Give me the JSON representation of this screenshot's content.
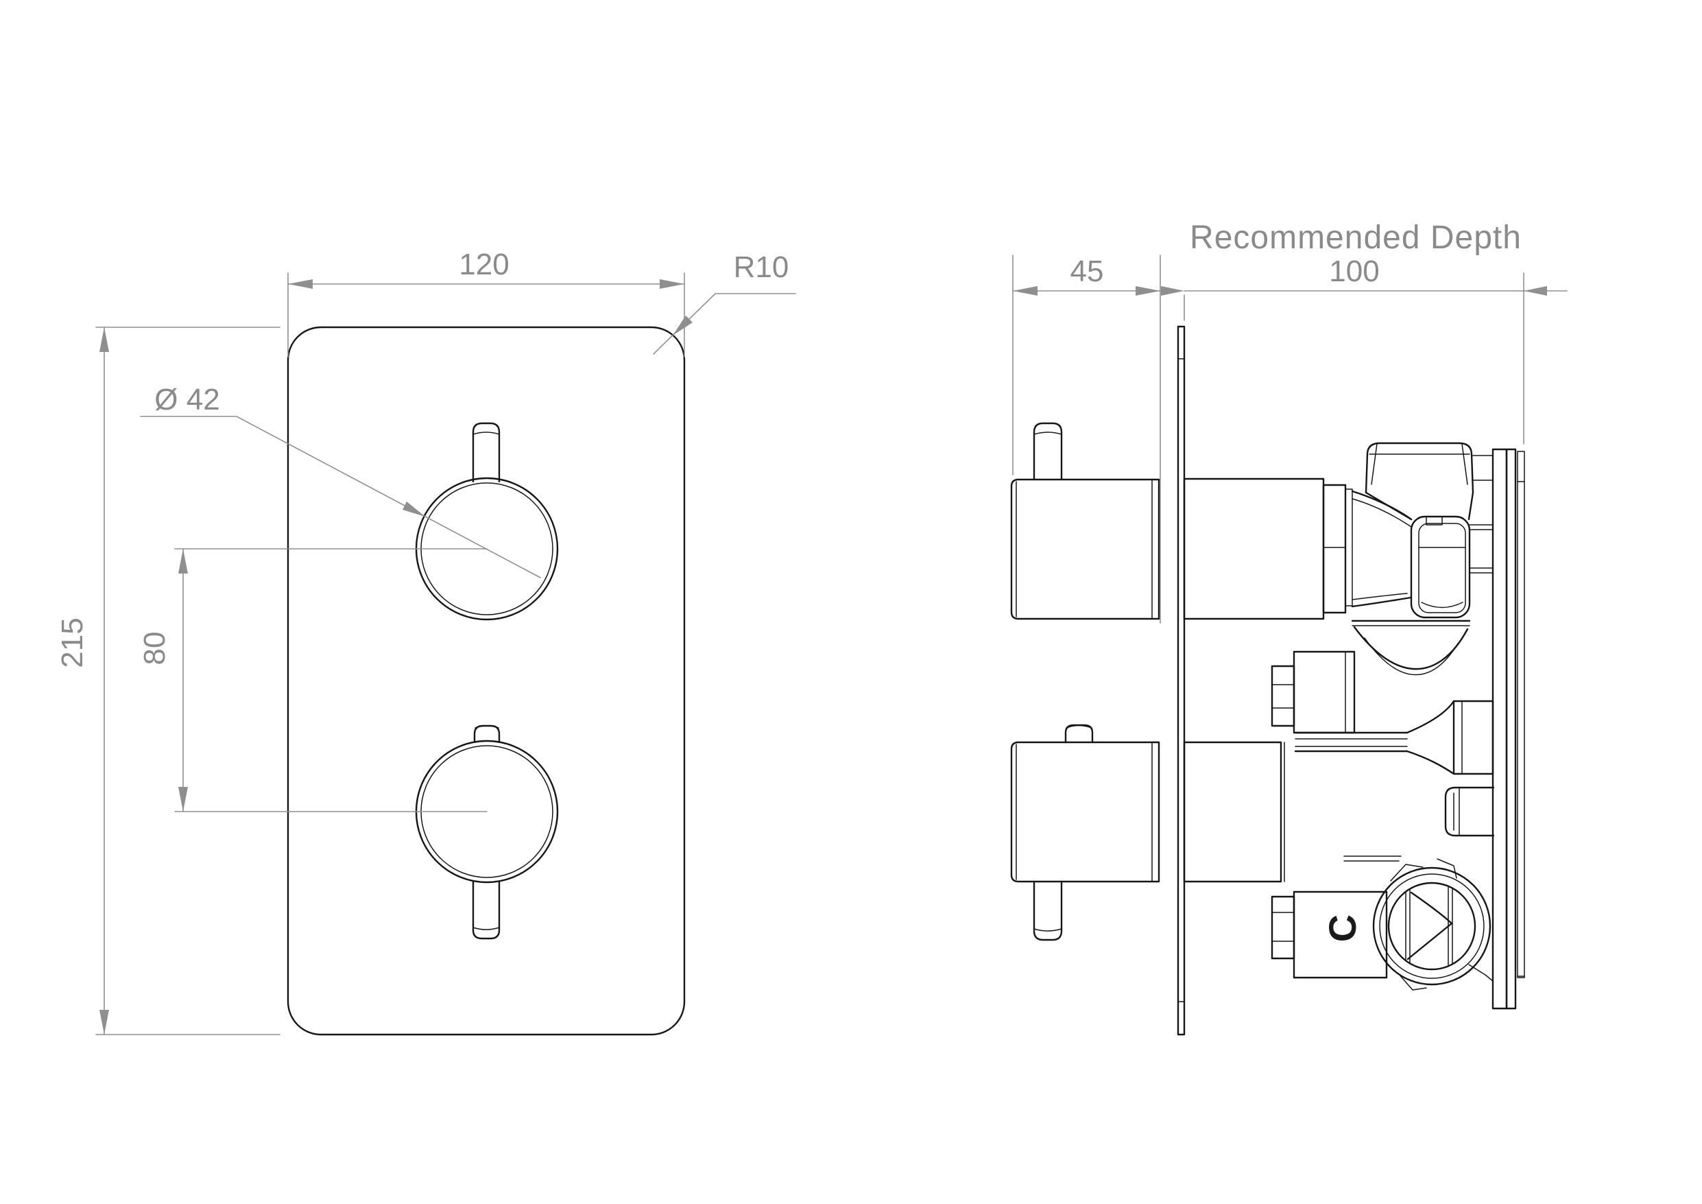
{
  "page": {
    "background": "#ffffff"
  },
  "colors": {
    "object_line": "#161616",
    "dimension_line": "#8f8f8f",
    "dimension_text": "#8a8a8a"
  },
  "front_view": {
    "width": "120",
    "corner_radius": "R10",
    "knob_diameter": "Ø 42",
    "height": "215",
    "knob_spacing": "80"
  },
  "side_view": {
    "heading": "Recommended Depth",
    "handle_depth": "45",
    "recommended_depth": "100",
    "body_marking": "C"
  }
}
